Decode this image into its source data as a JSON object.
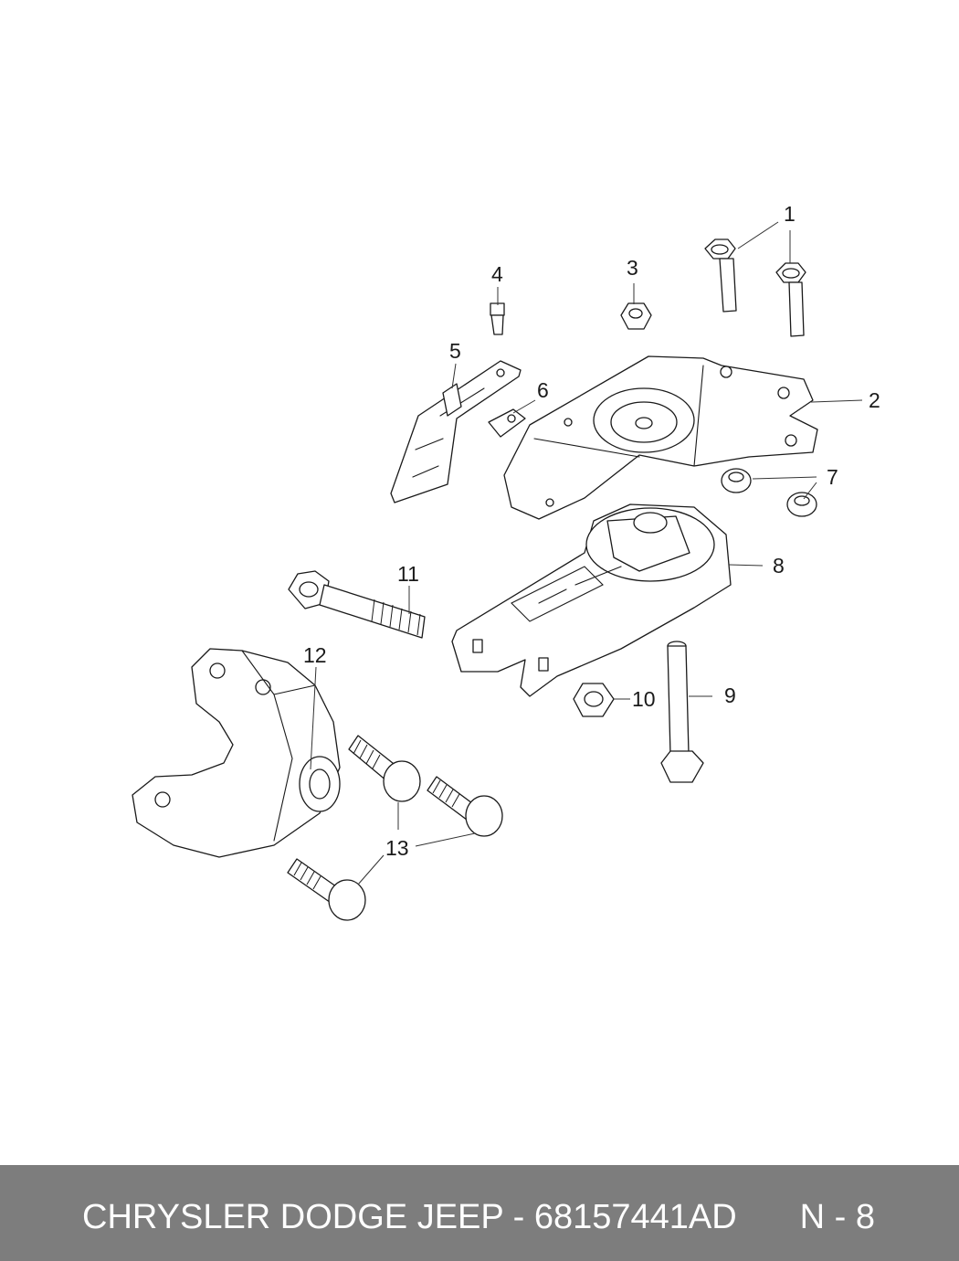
{
  "diagram": {
    "callouts": [
      "1",
      "2",
      "3",
      "4",
      "5",
      "6",
      "7",
      "8",
      "9",
      "10",
      "11",
      "12",
      "13"
    ]
  },
  "footer": {
    "title": "CHRYSLER DODGE JEEP - 68157441AD",
    "page": "N - 8",
    "background": "#7d7d7d",
    "text_color": "#ffffff"
  }
}
